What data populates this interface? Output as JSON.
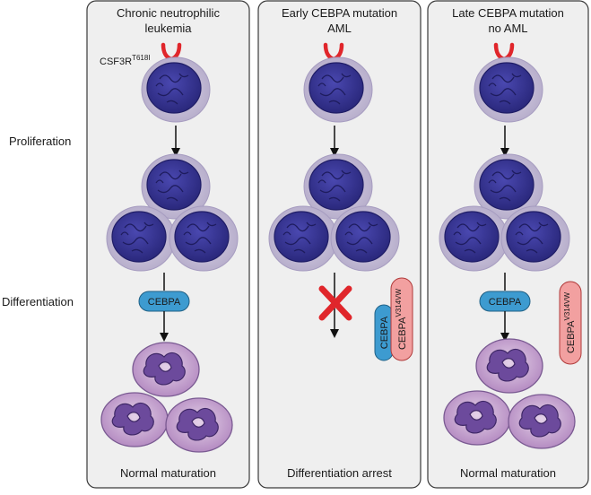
{
  "row_labels": {
    "proliferation": "Proliferation",
    "differentiation": "Differentiation"
  },
  "panels": [
    {
      "title_line1": "Chronic neutrophilic",
      "title_line2": "leukemia",
      "receptor_label": "CSF3R",
      "receptor_superscript": "T618I",
      "factor_label": "CEBPA",
      "outcome": "Normal maturation"
    },
    {
      "title_line1": "Early CEBPA mutation",
      "title_line2": "AML",
      "factor_label": "CEBPA",
      "mutant_label": "CEBPA",
      "mutant_superscript": "V314VW",
      "outcome": "Differentiation arrest"
    },
    {
      "title_line1": "Late CEBPA mutation",
      "title_line2": "no AML",
      "factor_label": "CEBPA",
      "mutant_label": "CEBPA",
      "mutant_superscript": "V314VW",
      "outcome": "Normal maturation"
    }
  ],
  "colors": {
    "panel_fill": "#efefef",
    "panel_stroke": "#3a3a3a",
    "cell_halo": "#c4bdd6",
    "nucleus": "#3c3a98",
    "nucleus_dark": "#22206c",
    "receptor": "#e0262b",
    "cebpa_blue": "#3d9bd0",
    "cebpa_mutant": "#f2a0a0",
    "block_x": "#e0262b",
    "neutrophil_body": "#c3a2cc",
    "neutrophil_nucleus": "#6f4fa0"
  }
}
